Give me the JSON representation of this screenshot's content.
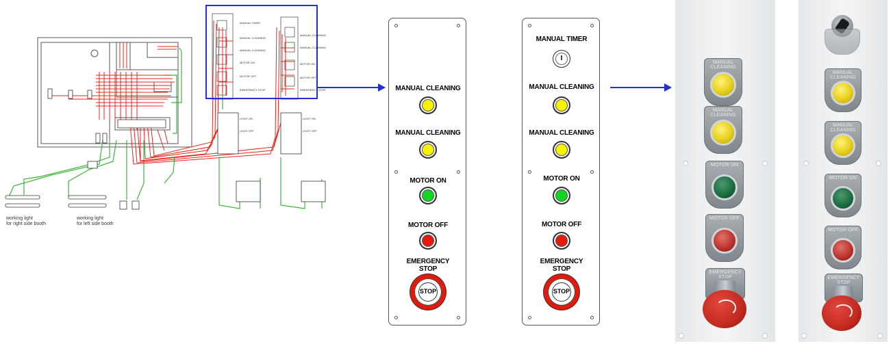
{
  "colors": {
    "wire_red": "#e8251b",
    "wire_green": "#3fb43a",
    "highlight_blue": "#1f2fd0",
    "lamp_yellow": "#f7f200",
    "lamp_green": "#12d624",
    "lamp_red": "#e8180c"
  },
  "wiring": {
    "labels": {
      "right_booth": "working light\nfor right side booth",
      "left_booth": "working light\nfor left side booth",
      "manual_timer": "MANUAL TIMER",
      "manual_cleaning_1": "MANUAL CLEANING",
      "manual_cleaning_2": "MANUAL CLEANING",
      "motor_on": "MOTOR ON",
      "motor_off": "MOTOR OFF",
      "emergency_stop": "EMERGENCY STOP",
      "right_manual_cleaning_1": "MANUAL CLEANING",
      "right_manual_cleaning_2": "MANUAL CLEANING",
      "right_motor_on": "MOTOR ON",
      "right_motor_off": "MOTOR OFF",
      "right_emergency_stop": "EMERGENCY STOP",
      "light_on_1": "LIGHT ON",
      "light_off_1": "LIGHT OFF",
      "light_on_2": "LIGHT ON",
      "light_off_2": "LIGHT OFF"
    }
  },
  "panel_a": {
    "labels": [
      "MANUAL  CLEANING",
      "MANUAL  CLEANING",
      "MOTOR ON",
      "MOTOR OFF",
      "EMERGENCY\nSTOP"
    ],
    "stop_text": "STOP"
  },
  "panel_b": {
    "labels": [
      "MANUAL   TIMER",
      "MANUAL CLEANING",
      "MANUAL CLEANING",
      "MOTOR ON",
      "MOTOR OFF",
      "EMERGENCY\nSTOP"
    ],
    "timer_symbol": "I",
    "stop_text": "STOP"
  },
  "photo_a": {
    "tags": [
      "MANUAL CLEANING",
      "MANUAL CLEANING",
      "MOTOR ON",
      "MOTOR OFF",
      "EMERGENCY STOP"
    ]
  },
  "photo_b": {
    "tags": [
      "MANUAL CLEANING",
      "MANUAL CLEANING",
      "MOTOR ON",
      "MOTOR OFF",
      "EMERGENCY STOP"
    ]
  }
}
